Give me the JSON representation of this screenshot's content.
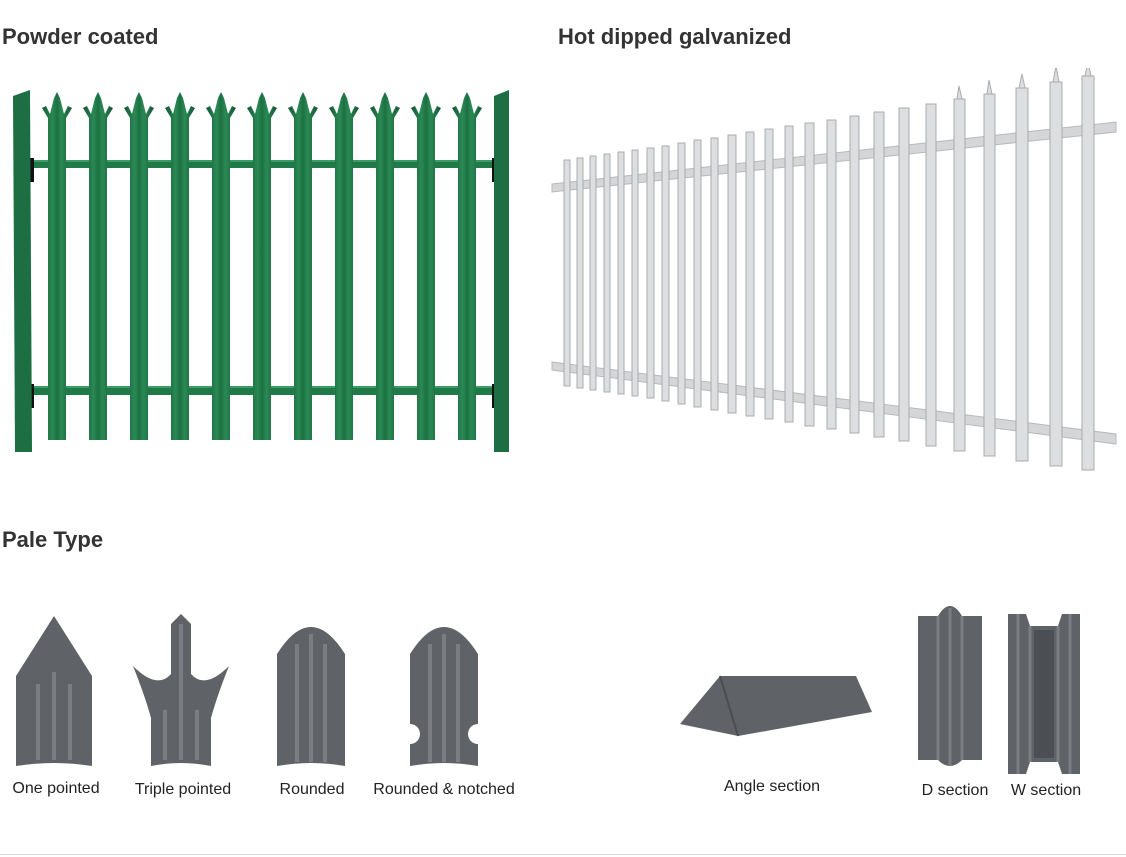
{
  "sections": {
    "powder_coated": "Powder coated",
    "hot_dipped": "Hot dipped galvanized",
    "pale_type": "Pale Type"
  },
  "pale_types": [
    "One pointed",
    "Triple pointed",
    "Rounded",
    "Rounded & notched"
  ],
  "sections_types": [
    "Angle section",
    "D section",
    "W section"
  ],
  "colors": {
    "powder_green": "#1f7a47",
    "powder_green_dark": "#145534",
    "galvanized": "#d4d6d8",
    "pale_grey": "#5f6266"
  }
}
